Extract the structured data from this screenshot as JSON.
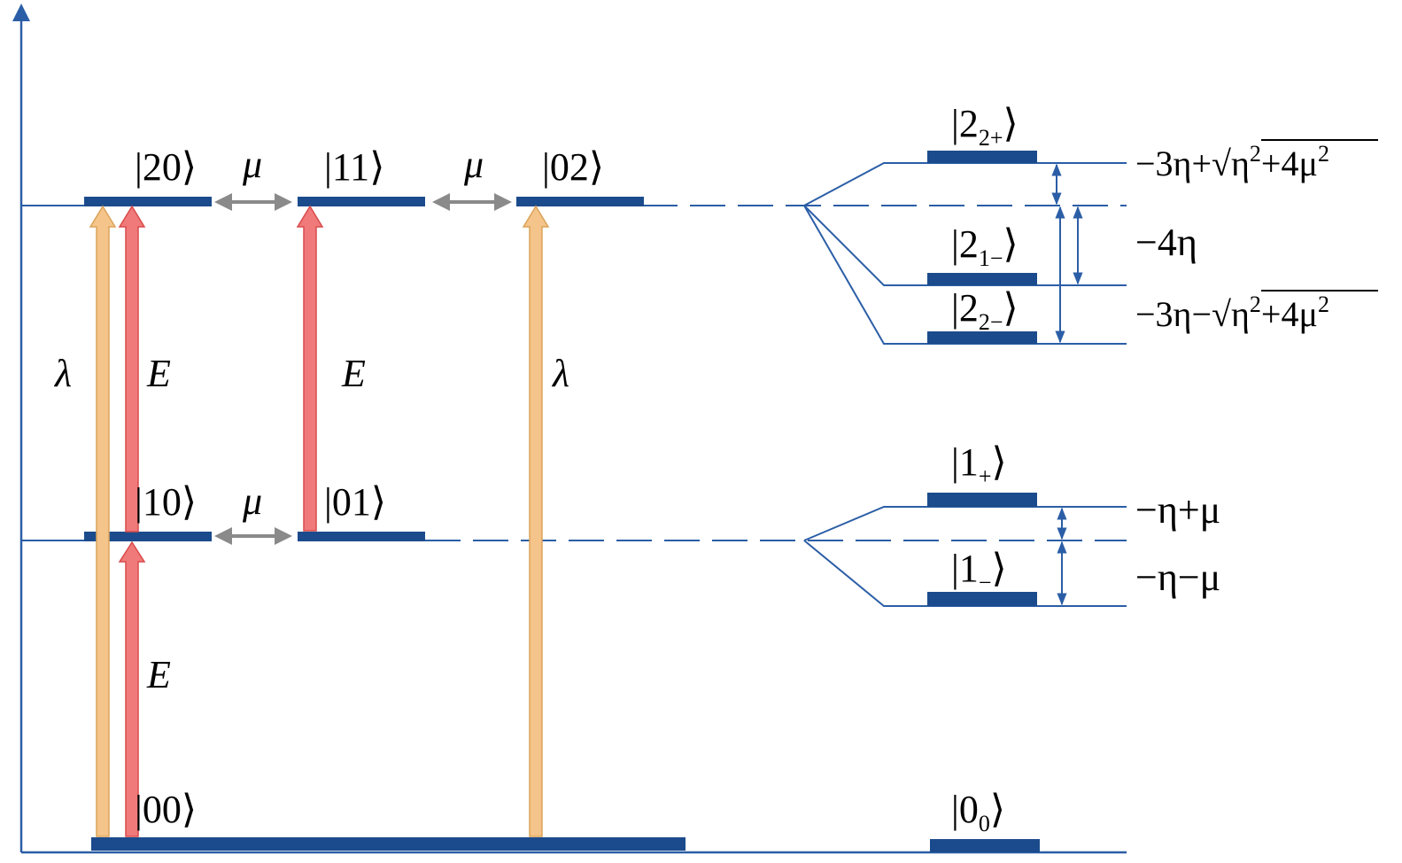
{
  "colors": {
    "level": "#1b4b8c",
    "line": "#2b5ea6",
    "axis": "#2b5ea6",
    "arrow_lambda_fill": "#f5c48a",
    "arrow_lambda_stroke": "#dba35a",
    "arrow_E_fill": "#f07a7a",
    "arrow_E_stroke": "#d94b4b",
    "arrow_mu": "#8a8a8a",
    "text": "#000000"
  },
  "uncoupled_states": {
    "s20": {
      "ket_open": "|",
      "num": "20",
      "ket_close": "⟩"
    },
    "s11": {
      "ket_open": "|",
      "num": "11",
      "ket_close": "⟩"
    },
    "s02": {
      "ket_open": "|",
      "num": "02",
      "ket_close": "⟩"
    },
    "s10": {
      "ket_open": "|",
      "num": "10",
      "ket_close": "⟩"
    },
    "s01": {
      "ket_open": "|",
      "num": "01",
      "ket_close": "⟩"
    },
    "s00": {
      "ket_open": "|",
      "num": "00",
      "ket_close": "⟩"
    }
  },
  "coupling_labels": {
    "mu_20_11": "μ",
    "mu_11_02": "μ",
    "mu_10_01": "μ"
  },
  "transition_labels": {
    "lambda_left": "λ",
    "E_upper_left": "E",
    "E_middle": "E",
    "lambda_right": "λ",
    "E_lower_left": "E"
  },
  "dressed_states": {
    "s2plus": {
      "main": "2",
      "sub": "2+"
    },
    "s1minus2": {
      "main": "2",
      "sub": "1−"
    },
    "s2minus": {
      "main": "2",
      "sub": "2−"
    },
    "s1plus": {
      "main": "1",
      "sub": "+"
    },
    "s1minus": {
      "main": "1",
      "sub": "−"
    },
    "s0": {
      "main": "0",
      "sub": "0"
    }
  },
  "energy_labels": {
    "e2plus": {
      "prefix": "−3η+√",
      "radicand_a": "η",
      "exp_a": "2",
      "plus": "+4μ",
      "exp_b": "2"
    },
    "e4eta": "−4η",
    "e2minus": {
      "prefix": "−3η−√",
      "radicand_a": "η",
      "exp_a": "2",
      "plus": "+4μ",
      "exp_b": "2"
    },
    "e1plus": "−η+μ",
    "e1minus": "−η−μ"
  }
}
